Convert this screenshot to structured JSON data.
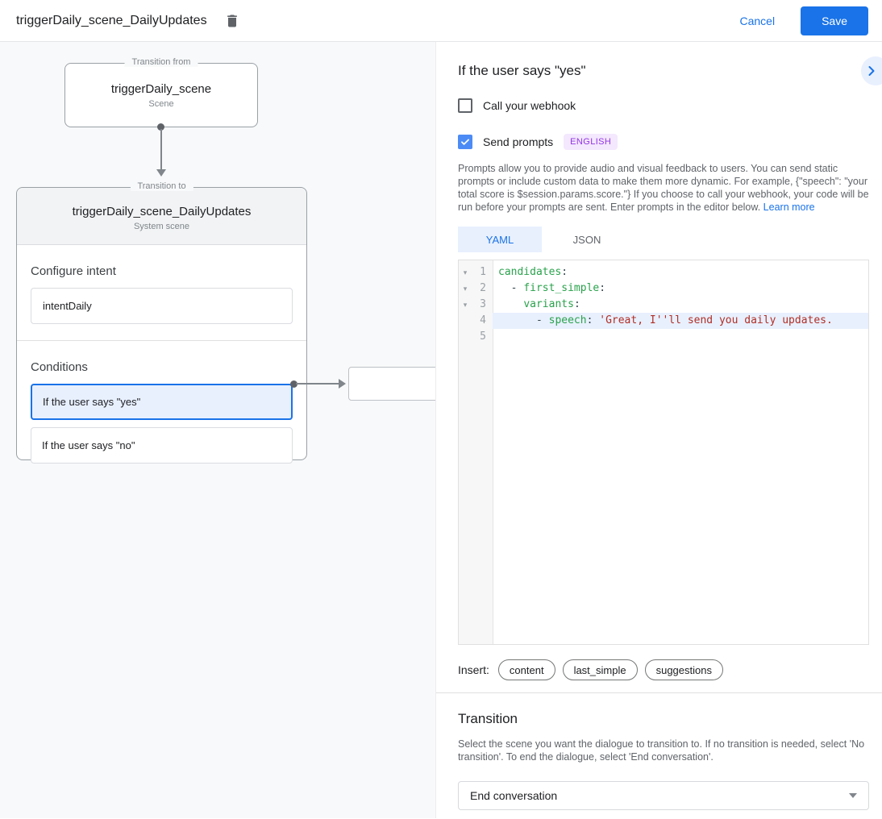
{
  "header": {
    "title": "triggerDaily_scene_DailyUpdates",
    "cancel_label": "Cancel",
    "save_label": "Save"
  },
  "diagram": {
    "from_box": {
      "legend": "Transition from",
      "title": "triggerDaily_scene",
      "subtitle": "Scene"
    },
    "to_box": {
      "legend": "Transition to",
      "title": "triggerDaily_scene_DailyUpdates",
      "subtitle": "System scene",
      "configure_intent_label": "Configure intent",
      "intent_value": "intentDaily",
      "conditions_label": "Conditions",
      "conditions": [
        {
          "label": "If the user says \"yes\"",
          "selected": true
        },
        {
          "label": "If the user says \"no\"",
          "selected": false
        }
      ]
    }
  },
  "panel": {
    "title": "If the user says \"yes\"",
    "webhook_checkbox": {
      "label": "Call your webhook",
      "checked": false
    },
    "prompts_checkbox": {
      "label": "Send prompts",
      "checked": true,
      "badge": "ENGLISH"
    },
    "description": "Prompts allow you to provide audio and visual feedback to users. You can send static prompts or include custom data to make them more dynamic. For example, {\"speech\": \"your total score is $session.params.score.\"} If you choose to call your webhook, your code will be run before your prompts are sent. Enter prompts in the editor below. ",
    "learn_more_label": "Learn more",
    "tabs": [
      {
        "label": "YAML",
        "active": true
      },
      {
        "label": "JSON",
        "active": false
      }
    ],
    "editor": {
      "lines": [
        {
          "num": "1",
          "fold": true,
          "highlight": false,
          "tokens": [
            {
              "t": "candidates",
              "c": "key"
            },
            {
              "t": ":",
              "c": "punct"
            }
          ]
        },
        {
          "num": "2",
          "fold": true,
          "highlight": false,
          "tokens": [
            {
              "t": "  ",
              "c": "ws"
            },
            {
              "t": "- ",
              "c": "punct"
            },
            {
              "t": "first_simple",
              "c": "key"
            },
            {
              "t": ":",
              "c": "punct"
            }
          ]
        },
        {
          "num": "3",
          "fold": true,
          "highlight": false,
          "tokens": [
            {
              "t": "    ",
              "c": "ws"
            },
            {
              "t": "variants",
              "c": "key"
            },
            {
              "t": ":",
              "c": "punct"
            }
          ]
        },
        {
          "num": "4",
          "fold": false,
          "highlight": true,
          "tokens": [
            {
              "t": "      ",
              "c": "ws"
            },
            {
              "t": "- ",
              "c": "punct"
            },
            {
              "t": "speech",
              "c": "key"
            },
            {
              "t": ":",
              "c": "punct"
            },
            {
              "t": " ",
              "c": "ws"
            },
            {
              "t": "'Great, I''ll send you daily updates.",
              "c": "string"
            }
          ]
        },
        {
          "num": "5",
          "fold": false,
          "highlight": false,
          "tokens": []
        }
      ]
    },
    "insert": {
      "label": "Insert:",
      "chips": [
        {
          "label": "content"
        },
        {
          "label": "last_simple"
        },
        {
          "label": "suggestions"
        }
      ]
    },
    "transition": {
      "title": "Transition",
      "description": "Select the scene you want the dialogue to transition to. If no transition is needed, select 'No transition'. To end the dialogue, select 'End conversation'.",
      "selected_value": "End conversation"
    }
  },
  "colors": {
    "accent_blue": "#1a73e8",
    "selected_fill": "#e8f0fe",
    "badge_purple": "#9334e6",
    "yaml_key_green": "#2aa24c",
    "yaml_string_red": "#b02e25"
  }
}
